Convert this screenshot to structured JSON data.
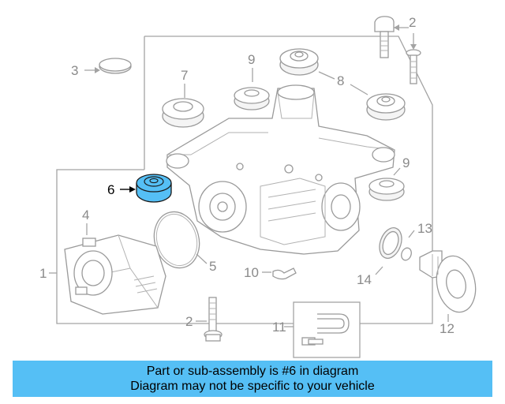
{
  "callouts": {
    "c1": "1",
    "c2a": "2",
    "c2b": "2",
    "c3": "3",
    "c4": "4",
    "c5": "5",
    "c6": "6",
    "c7": "7",
    "c8": "8",
    "c9a": "9",
    "c9b": "9",
    "c10": "10",
    "c11": "11",
    "c12": "12",
    "c13": "13",
    "c14": "14"
  },
  "highlighted_part": "6",
  "highlight_color": "#55bff5",
  "banner": {
    "line1": "Part or sub-assembly is #6 in diagram",
    "line2": "Diagram may not be specific to your vehicle"
  }
}
